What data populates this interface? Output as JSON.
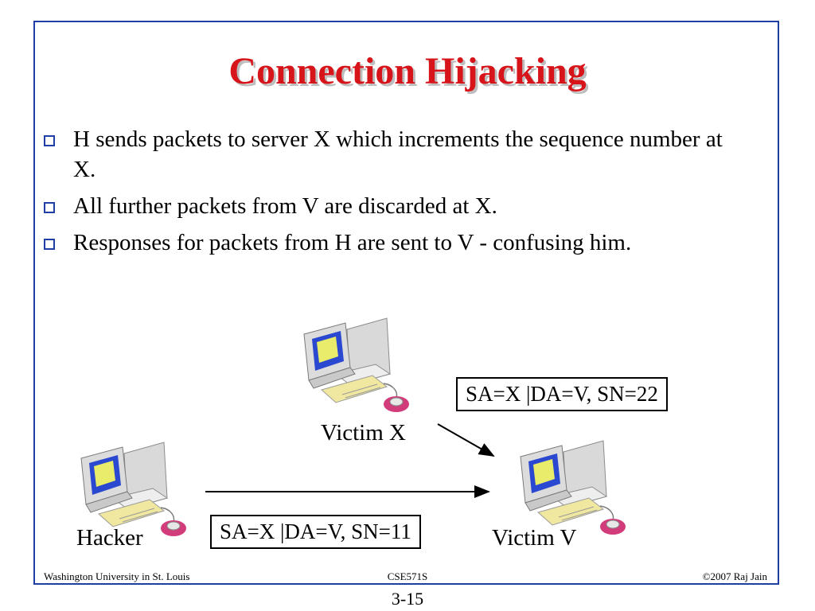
{
  "slide": {
    "title": "Connection Hijacking",
    "bullets": [
      "H sends packets to server X which increments the sequence number at X.",
      "All further packets from V are discarded at X.",
      "Responses for packets from H are sent to V - confusing him."
    ]
  },
  "diagram": {
    "victim_x_label": "Victim X",
    "hacker_label": "Hacker",
    "victim_v_label": "Victim V",
    "packet_x_to_v": "SA=X |DA=V, SN=22",
    "packet_h_to_v": "SA=X |DA=V, SN=11"
  },
  "footer": {
    "left": "Washington University in St. Louis",
    "center": "CSE571S",
    "right": "©2007 Raj Jain",
    "page": "3-15"
  },
  "colors": {
    "title": "#d8141b",
    "frame": "#1f3fa6",
    "monitor_screen": "#2a48d0",
    "mouse": "#d23c7a"
  },
  "icons": [
    "computer-icon",
    "bullet-box-icon"
  ]
}
